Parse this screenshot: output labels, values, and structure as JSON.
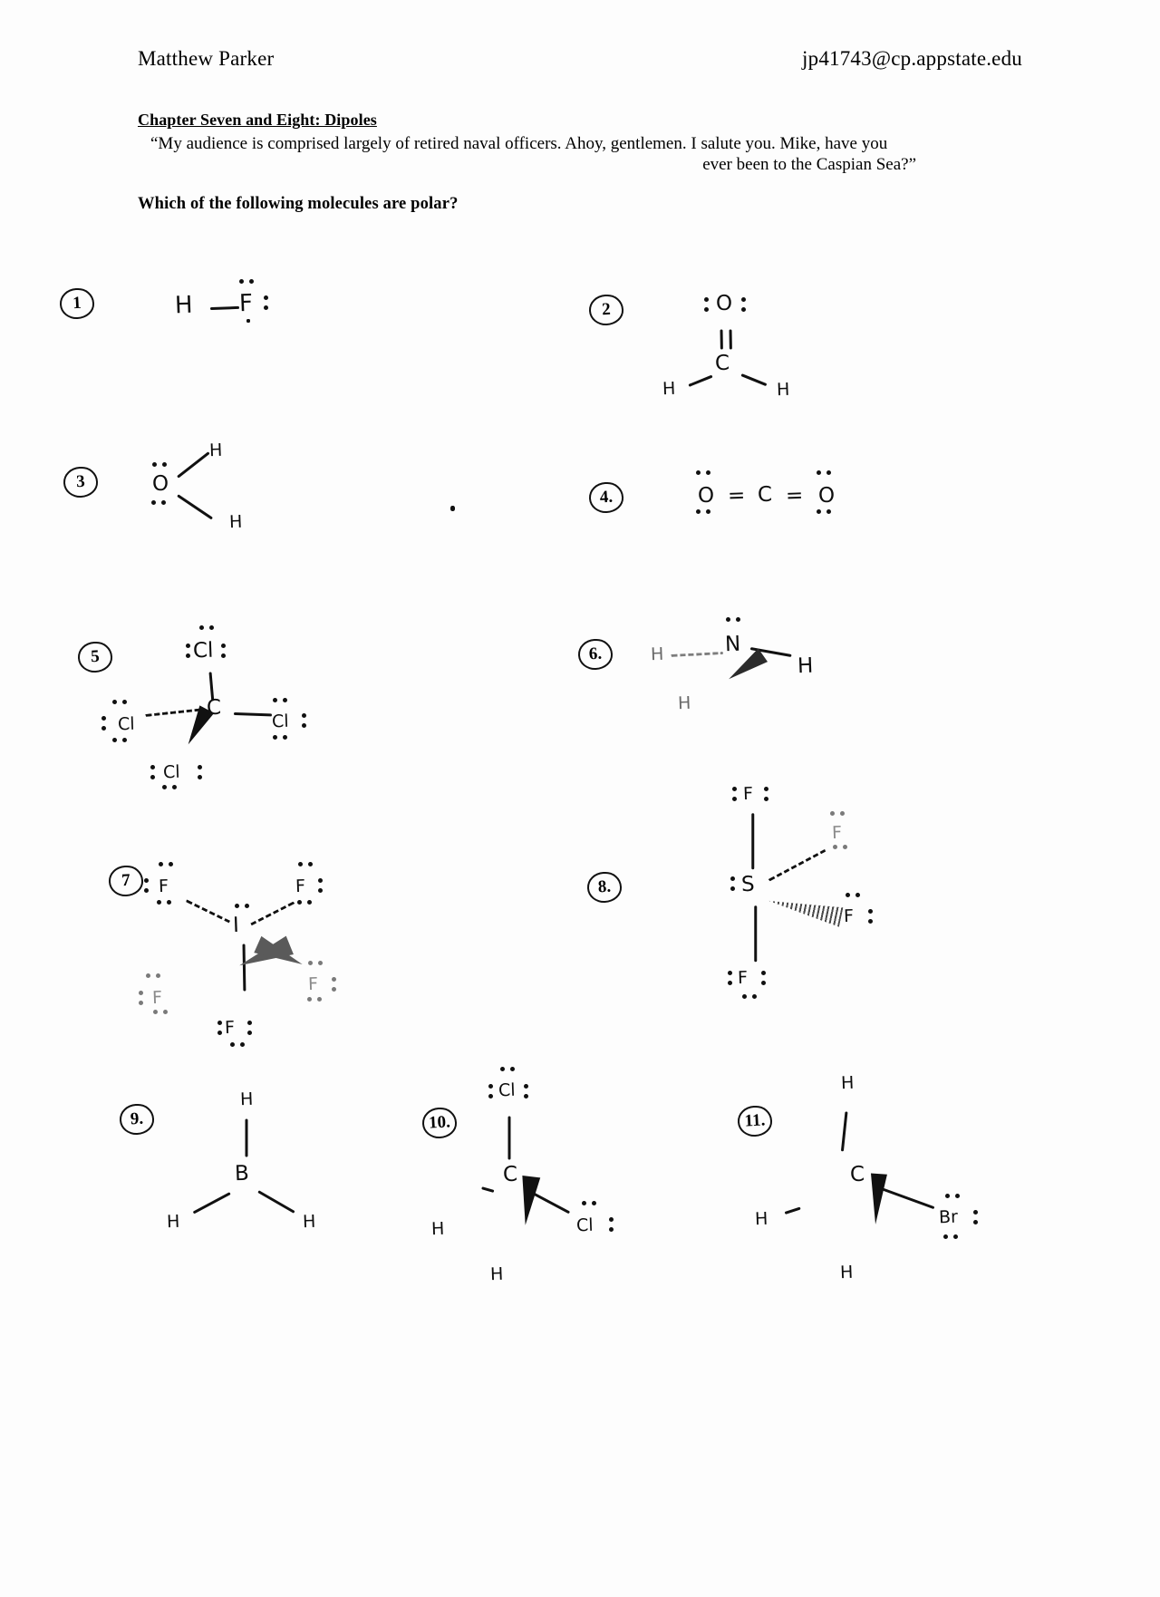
{
  "header": {
    "student_name": "Matthew Parker",
    "email": "jp41743@cp.appstate.edu"
  },
  "document": {
    "chapter_title": "Chapter Seven and Eight: Dipoles",
    "quote_line_1": "“My audience is comprised largely of retired naval officers. Ahoy, gentlemen. I salute you. Mike, have you",
    "quote_line_2": "ever been to the Caspian Sea?”",
    "question": "Which of the following molecules are polar?"
  },
  "problems": [
    {
      "number": "1",
      "formula": "HF",
      "atoms": {
        "left": "H",
        "center": "F"
      }
    },
    {
      "number": "2",
      "formula": "H2CO",
      "atoms": {
        "top": "O",
        "center": "C",
        "left": "H",
        "right": "H"
      }
    },
    {
      "number": "3",
      "formula": "H2O",
      "atoms": {
        "center": "O",
        "upper": "H",
        "lower": "H"
      }
    },
    {
      "number": "4.",
      "formula": "CO2",
      "atoms": {
        "left": "O",
        "center": "C",
        "right": "O",
        "bond1": "=",
        "bond2": "="
      }
    },
    {
      "number": "5",
      "formula": "CCl4",
      "atoms": {
        "top": "Cl",
        "center": "C",
        "left": "Cl",
        "right": "Cl",
        "bottom": "Cl"
      }
    },
    {
      "number": "6.",
      "formula": "NH3",
      "atoms": {
        "center": "N",
        "left": "H",
        "lower_left": "H",
        "right": "H"
      }
    },
    {
      "number": "7",
      "formula": "IF5",
      "atoms": {
        "center": "I",
        "upper_left": "F",
        "upper_right": "F",
        "lower_left": "F",
        "lower_right": "F",
        "bottom": "F"
      }
    },
    {
      "number": "8.",
      "formula": "SF4",
      "atoms": {
        "center": "S",
        "top": "F",
        "upper_right": "F",
        "right": "F",
        "bottom": "F"
      }
    },
    {
      "number": "9.",
      "formula": "BH3",
      "atoms": {
        "center": "B",
        "top": "H",
        "left": "H",
        "right": "H"
      }
    },
    {
      "number": "10.",
      "formula": "CH2Cl2",
      "atoms": {
        "center": "C",
        "top": "Cl",
        "left": "H",
        "right": "Cl",
        "bottom": "H"
      }
    },
    {
      "number": "11.",
      "formula": "CH3Br",
      "atoms": {
        "center": "C",
        "top": "H",
        "left": "H",
        "right": "Br",
        "bottom": "H"
      }
    }
  ]
}
